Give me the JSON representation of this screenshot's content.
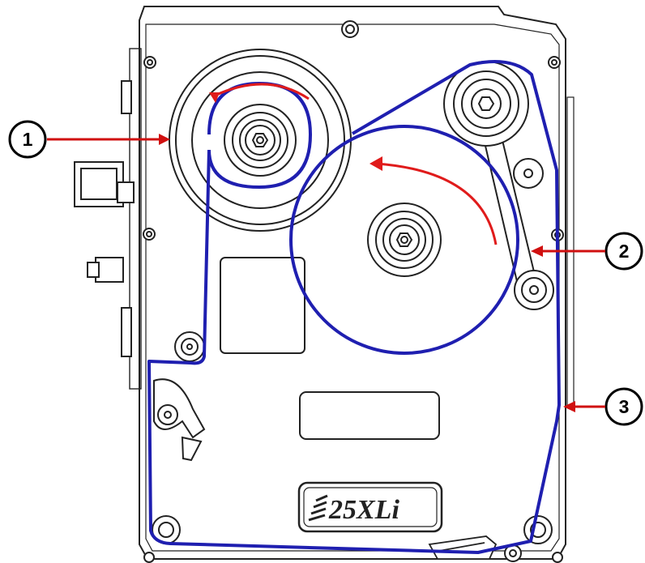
{
  "diagram": {
    "model_label": "25XLi",
    "callouts": [
      {
        "id": "callout-1",
        "number": "1"
      },
      {
        "id": "callout-2",
        "number": "2"
      },
      {
        "id": "callout-3",
        "number": "3"
      }
    ],
    "colors": {
      "ribbon_path": "#1f1fb0",
      "rotation_arrow": "#e01b1b",
      "callout_arrow": "#d01010",
      "line_art": "#222222"
    }
  }
}
